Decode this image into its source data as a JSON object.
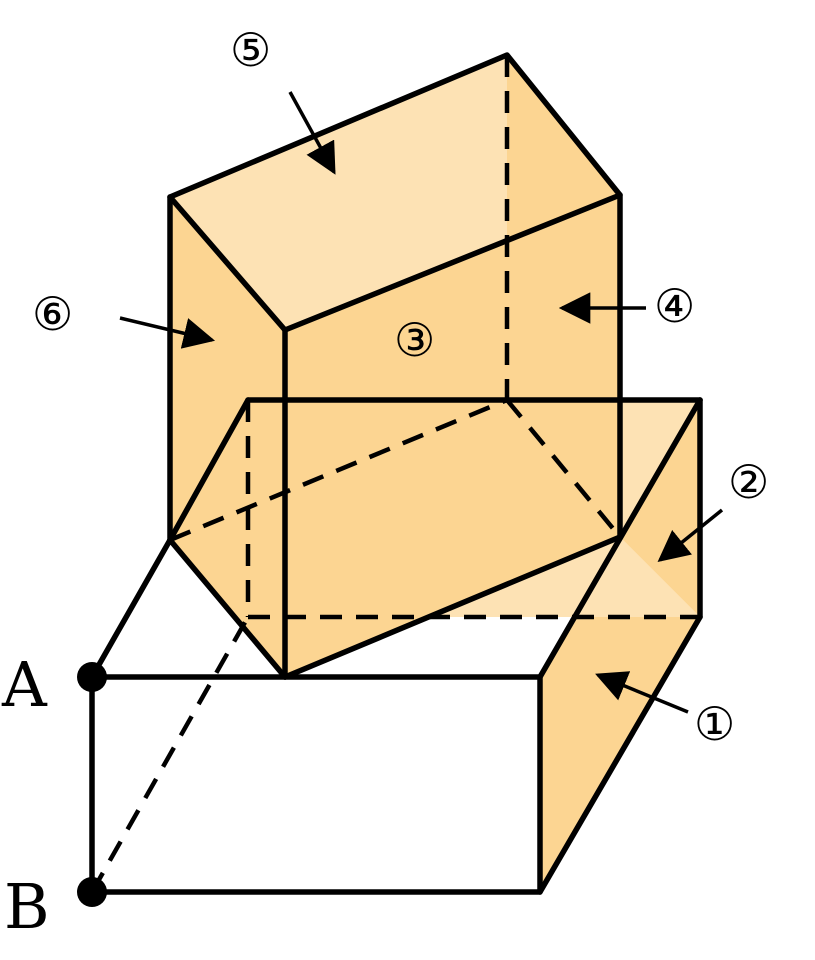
{
  "colors": {
    "face_dark": "#fcd592",
    "face_light": "#fde2b4",
    "white": "#ffffff",
    "stroke": "#000000"
  },
  "points": {
    "A": "A",
    "B": "B"
  },
  "face_labels": {
    "f1": "①",
    "f2": "②",
    "f3": "③",
    "f4": "④",
    "f5": "⑤",
    "f6": "⑥"
  }
}
